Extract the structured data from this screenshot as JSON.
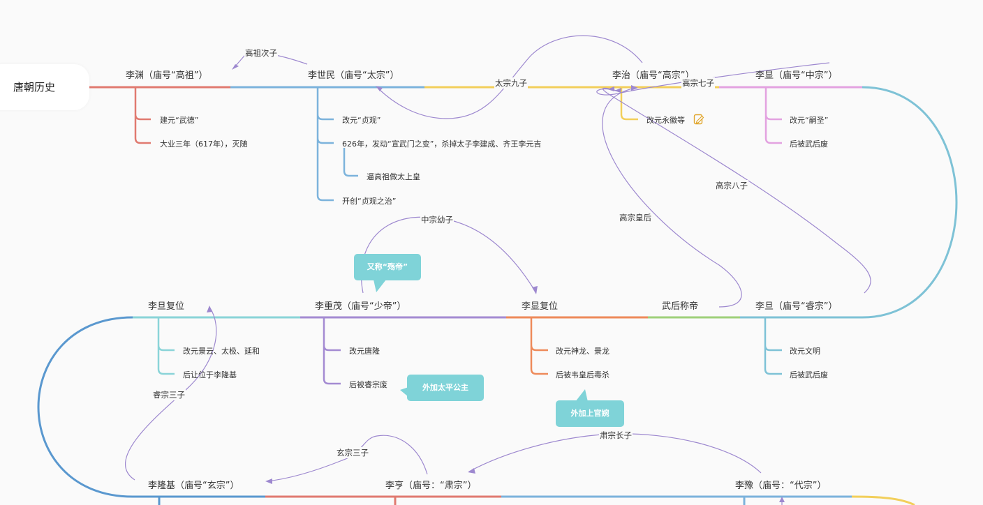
{
  "root": {
    "label": "唐朝历史"
  },
  "emperors": {
    "li_yuan": "李渊（庙号“高祖”）",
    "li_shimin": "李世民（庙号“太宗”）",
    "li_zhi": "李治（庙号“高宗”）",
    "li_xian": "李显（庙号“中宗”）",
    "li_dan": "李旦（庙号“睿宗”）",
    "wu_hou": "武后称帝",
    "li_xian_restore": "李显复位",
    "li_chongmao": "李重茂（庙号“少帝”）",
    "li_dan_restore": "李旦复位",
    "li_longji": "李隆基（庙号“玄宗”）",
    "li_heng": "李亨（庙号：“肃宗”）",
    "li_yu": "李豫（庙号：“代宗”）"
  },
  "details": {
    "li_yuan": [
      "建元“武德”",
      "大业三年（617年），灭随"
    ],
    "li_shimin": [
      "改元“贞观”",
      "626年，发动“宣武门之变”，杀掉太子李建成、齐王李元吉",
      "逼高祖做太上皇",
      "开创“贞观之治”"
    ],
    "li_zhi": [
      "改元永徽等"
    ],
    "li_xian": [
      "改元“嗣圣”",
      "后被武后废"
    ],
    "li_dan": [
      "改元文明",
      "后被武后废"
    ],
    "li_xian_restore": [
      "改元神龙、景龙",
      "后被韦皇后毒杀"
    ],
    "li_chongmao": [
      "改元唐隆",
      "后被睿宗废"
    ],
    "li_dan_restore": [
      "改元景云、太极、延和",
      "后让位于李隆基"
    ]
  },
  "relations": {
    "gaozu_second_son": "高祖次子",
    "taizong_ninth_son": "太宗九子",
    "gaozong_seventh_son": "高宗七子",
    "gaozong_eighth_son": "高宗八子",
    "gaozong_empress": "高宗皇后",
    "zhongzong_youngest_son": "中宗幼子",
    "ruizong_third_son": "睿宗三子",
    "xuanzong_third_son": "玄宗三子",
    "suzong_eldest_son": "肃宗长子"
  },
  "callouts": {
    "shao_di": "又称“殇帝”",
    "taiping": "外加太平公主",
    "shangguan": "外加上官婉"
  },
  "icons": {
    "note": "note-edit-icon"
  },
  "colors": {
    "red": "#e07a70",
    "blue": "#7cb3dc",
    "yellow": "#f2cf5b",
    "pink": "#e3a2e0",
    "teal": "#7ec2d6",
    "green": "#9fd07a",
    "orange": "#ee8a5a",
    "purple": "#a48bd2",
    "cyan": "#8ad4d8",
    "dark_blue": "#5a98cf",
    "relation": "#9d88cf"
  }
}
